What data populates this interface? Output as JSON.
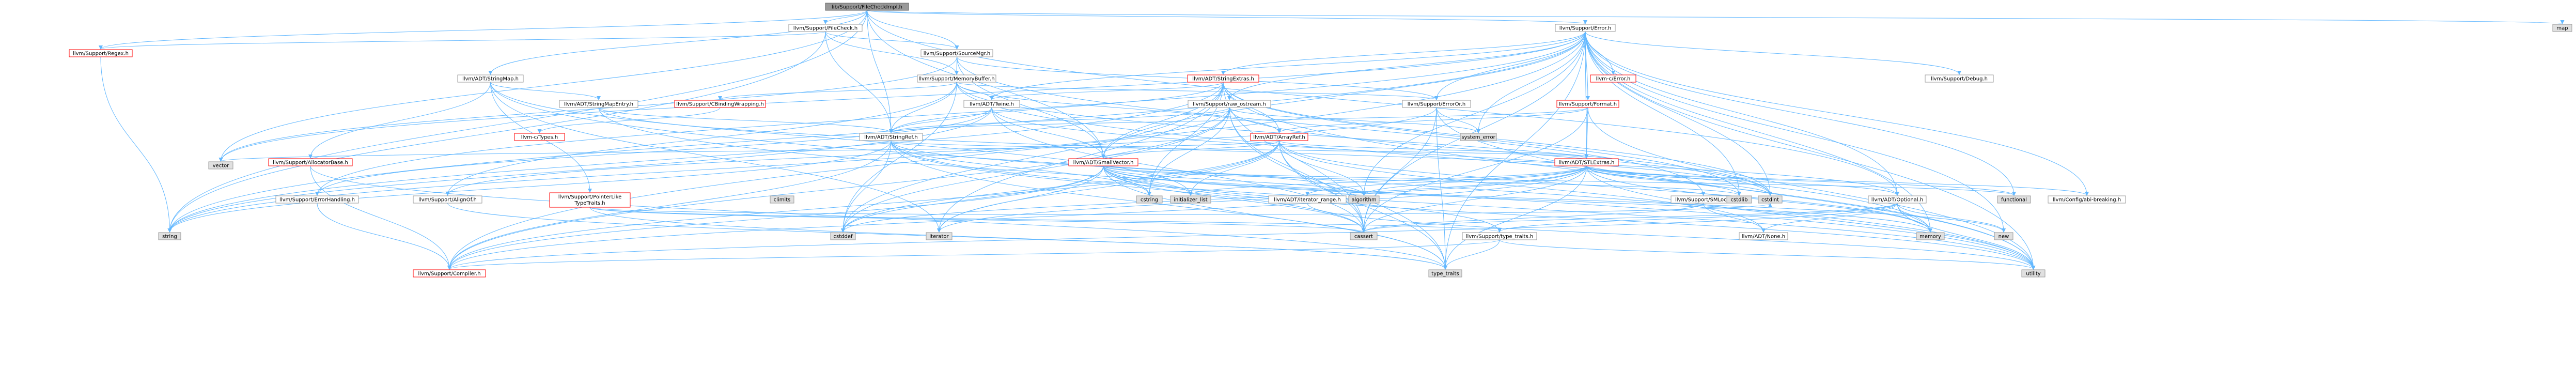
{
  "colors": {
    "edge": "#63b8ff",
    "node_fill": "#ffffff",
    "node_border": "#999999",
    "root_fill": "#999999",
    "root_border": "#666666",
    "red_border": "#ff0000",
    "system_fill": "#e0e0e0",
    "system_border": "#999999"
  },
  "nodes": [
    {
      "id": "root",
      "label": "lib/Support/FileCheckImpl.h",
      "kind": "root"
    },
    {
      "id": "filecheck",
      "label": "llvm/Support/FileCheck.h",
      "kind": "normal"
    },
    {
      "id": "regex",
      "label": "llvm/Support/Regex.h",
      "kind": "red"
    },
    {
      "id": "sourcemgr",
      "label": "llvm/Support/SourceMgr.h",
      "kind": "normal"
    },
    {
      "id": "error",
      "label": "llvm/Support/Error.h",
      "kind": "normal"
    },
    {
      "id": "map",
      "label": "map",
      "kind": "system"
    },
    {
      "id": "stringmap",
      "label": "llvm/ADT/StringMap.h",
      "kind": "normal"
    },
    {
      "id": "memorybuffer",
      "label": "llvm/Support/MemoryBuffer.h",
      "kind": "normal"
    },
    {
      "id": "stringextras",
      "label": "llvm/ADT/StringExtras.h",
      "kind": "red"
    },
    {
      "id": "errorc",
      "label": "llvm-c/Error.h",
      "kind": "red"
    },
    {
      "id": "debug",
      "label": "llvm/Support/Debug.h",
      "kind": "normal"
    },
    {
      "id": "stringmapentry",
      "label": "llvm/ADT/StringMapEntry.h",
      "kind": "normal"
    },
    {
      "id": "cbinding",
      "label": "llvm/Support/CBindingWrapping.h",
      "kind": "red"
    },
    {
      "id": "twine",
      "label": "llvm/ADT/Twine.h",
      "kind": "normal"
    },
    {
      "id": "rawostream",
      "label": "llvm/Support/raw_ostream.h",
      "kind": "normal"
    },
    {
      "id": "erroror",
      "label": "llvm/Support/ErrorOr.h",
      "kind": "normal"
    },
    {
      "id": "format",
      "label": "llvm/Support/Format.h",
      "kind": "red"
    },
    {
      "id": "ctypes",
      "label": "llvm-c/Types.h",
      "kind": "red"
    },
    {
      "id": "stringref",
      "label": "llvm/ADT/StringRef.h",
      "kind": "normal"
    },
    {
      "id": "arrayref",
      "label": "llvm/ADT/ArrayRef.h",
      "kind": "red"
    },
    {
      "id": "systemerror",
      "label": "system_error",
      "kind": "system"
    },
    {
      "id": "allocatorbase",
      "label": "llvm/Support/AllocatorBase.h",
      "kind": "red"
    },
    {
      "id": "vector",
      "label": "vector",
      "kind": "system"
    },
    {
      "id": "smallvector",
      "label": "llvm/ADT/SmallVector.h",
      "kind": "red"
    },
    {
      "id": "stlextras",
      "label": "llvm/ADT/STLExtras.h",
      "kind": "red"
    },
    {
      "id": "errorhandling",
      "label": "llvm/Support/ErrorHandling.h",
      "kind": "normal"
    },
    {
      "id": "alignof",
      "label": "llvm/Support/AlignOf.h",
      "kind": "normal"
    },
    {
      "id": "pointerlike",
      "label": "llvm/Support/PointerLikeTypeTraits.h",
      "kind": "red"
    },
    {
      "id": "climits",
      "label": "climits",
      "kind": "system"
    },
    {
      "id": "cstring",
      "label": "cstring",
      "kind": "system"
    },
    {
      "id": "initlist",
      "label": "initializer_list",
      "kind": "system"
    },
    {
      "id": "iterrange",
      "label": "llvm/ADT/iterator_range.h",
      "kind": "normal"
    },
    {
      "id": "algorithm",
      "label": "algorithm",
      "kind": "system"
    },
    {
      "id": "smloc",
      "label": "llvm/Support/SMLoc.h",
      "kind": "normal"
    },
    {
      "id": "cstdlib",
      "label": "cstdlib",
      "kind": "system"
    },
    {
      "id": "cstdint",
      "label": "cstdint",
      "kind": "system"
    },
    {
      "id": "optional",
      "label": "llvm/ADT/Optional.h",
      "kind": "normal"
    },
    {
      "id": "functional",
      "label": "functional",
      "kind": "system"
    },
    {
      "id": "configabi",
      "label": "llvm/Config/abi-breaking.h",
      "kind": "normal"
    },
    {
      "id": "string",
      "label": "string",
      "kind": "system"
    },
    {
      "id": "cstddef",
      "label": "cstddef",
      "kind": "system"
    },
    {
      "id": "iterator",
      "label": "iterator",
      "kind": "system"
    },
    {
      "id": "cassert",
      "label": "cassert",
      "kind": "system"
    },
    {
      "id": "typetraitsllvm",
      "label": "llvm/Support/type_traits.h",
      "kind": "normal"
    },
    {
      "id": "none",
      "label": "llvm/ADT/None.h",
      "kind": "normal"
    },
    {
      "id": "memory",
      "label": "memory",
      "kind": "system"
    },
    {
      "id": "new",
      "label": "new",
      "kind": "system"
    },
    {
      "id": "compiler",
      "label": "llvm/Support/Compiler.h",
      "kind": "red"
    },
    {
      "id": "typetraits",
      "label": "type_traits",
      "kind": "system"
    },
    {
      "id": "utility",
      "label": "utility",
      "kind": "system"
    }
  ],
  "edges": [
    [
      "root",
      "filecheck"
    ],
    [
      "root",
      "regex"
    ],
    [
      "root",
      "sourcemgr"
    ],
    [
      "root",
      "error"
    ],
    [
      "root",
      "map"
    ],
    [
      "root",
      "stringmap"
    ],
    [
      "root",
      "vector"
    ],
    [
      "root",
      "string"
    ],
    [
      "root",
      "stringref"
    ],
    [
      "root",
      "smallvector"
    ],
    [
      "root",
      "optional"
    ],
    [
      "filecheck",
      "regex"
    ],
    [
      "filecheck",
      "sourcemgr"
    ],
    [
      "filecheck",
      "stringref"
    ],
    [
      "filecheck",
      "memorybuffer"
    ],
    [
      "filecheck",
      "string"
    ],
    [
      "regex",
      "string"
    ],
    [
      "sourcemgr",
      "memorybuffer"
    ],
    [
      "sourcemgr",
      "smallvector"
    ],
    [
      "sourcemgr",
      "smloc"
    ],
    [
      "sourcemgr",
      "vector"
    ],
    [
      "sourcemgr",
      "erroror"
    ],
    [
      "error",
      "stringextras"
    ],
    [
      "error",
      "errorc"
    ],
    [
      "error",
      "debug"
    ],
    [
      "error",
      "erroror"
    ],
    [
      "error",
      "format"
    ],
    [
      "error",
      "twine"
    ],
    [
      "error",
      "rawostream"
    ],
    [
      "error",
      "stlextras"
    ],
    [
      "error",
      "smallvector"
    ],
    [
      "error",
      "configabi"
    ],
    [
      "error",
      "abi"
    ],
    [
      "error",
      "compiler"
    ],
    [
      "error",
      "errorhandling"
    ],
    [
      "error",
      "systemerror"
    ],
    [
      "error",
      "cstdlib"
    ],
    [
      "error",
      "cstdint"
    ],
    [
      "error",
      "functional"
    ],
    [
      "error",
      "memory"
    ],
    [
      "error",
      "new"
    ],
    [
      "error",
      "optional"
    ],
    [
      "error",
      "string"
    ],
    [
      "error",
      "utility"
    ],
    [
      "error",
      "vector"
    ],
    [
      "error",
      "cassert"
    ],
    [
      "error",
      "typetraits"
    ],
    [
      "error",
      "algorithm"
    ],
    [
      "stringmap",
      "stringmapentry"
    ],
    [
      "stringmap",
      "allocatorbase"
    ],
    [
      "stringmap",
      "pointerlike"
    ],
    [
      "stringmap",
      "iterator"
    ],
    [
      "stringmap",
      "initlist"
    ],
    [
      "stringmap",
      "utility"
    ],
    [
      "memorybuffer",
      "cbinding"
    ],
    [
      "memorybuffer",
      "twine"
    ],
    [
      "memorybuffer",
      "arrayref"
    ],
    [
      "memorybuffer",
      "stringref"
    ],
    [
      "memorybuffer",
      "erroror"
    ],
    [
      "memorybuffer",
      "alignof"
    ],
    [
      "memorybuffer",
      "memory"
    ],
    [
      "memorybuffer",
      "cstddef"
    ],
    [
      "memorybuffer",
      "cstdint"
    ],
    [
      "stringextras",
      "arrayref"
    ],
    [
      "stringextras",
      "smallvector"
    ],
    [
      "stringextras",
      "stringref"
    ],
    [
      "stringextras",
      "twine"
    ],
    [
      "stringextras",
      "iterator"
    ],
    [
      "stringextras",
      "cassert"
    ],
    [
      "stringextras",
      "cstddef"
    ],
    [
      "stringextras",
      "cstdint"
    ],
    [
      "stringextras",
      "cstdlib"
    ],
    [
      "stringextras",
      "cstring"
    ],
    [
      "stringextras",
      "string"
    ],
    [
      "stringextras",
      "utility"
    ],
    [
      "stringmapentry",
      "stringref"
    ],
    [
      "stringmapentry",
      "optional"
    ],
    [
      "stringmapentry",
      "utility"
    ],
    [
      "cbinding",
      "ctypes"
    ],
    [
      "twine",
      "smallvector"
    ],
    [
      "twine",
      "stringref"
    ],
    [
      "twine",
      "errorhandling"
    ],
    [
      "twine",
      "cassert"
    ],
    [
      "twine",
      "cstdint"
    ],
    [
      "twine",
      "string"
    ],
    [
      "rawostream",
      "stringref"
    ],
    [
      "rawostream",
      "compiler"
    ],
    [
      "rawostream",
      "cassert"
    ],
    [
      "rawostream",
      "cstddef"
    ],
    [
      "rawostream",
      "cstdint"
    ],
    [
      "rawostream",
      "cstring"
    ],
    [
      "rawostream",
      "string"
    ],
    [
      "rawostream",
      "systemerror"
    ],
    [
      "rawostream",
      "typetraits"
    ],
    [
      "erroror",
      "alignof"
    ],
    [
      "erroror",
      "cassert"
    ],
    [
      "erroror",
      "systemerror"
    ],
    [
      "erroror",
      "typetraits"
    ],
    [
      "erroror",
      "utility"
    ],
    [
      "format",
      "stringref"
    ],
    [
      "format",
      "arrayref"
    ],
    [
      "format",
      "stlextras"
    ],
    [
      "format",
      "cassert"
    ],
    [
      "format",
      "cstdio"
    ],
    [
      "format",
      "tuple"
    ],
    [
      "format",
      "utility"
    ],
    [
      "stringref",
      "stlextras"
    ],
    [
      "stringref",
      "compiler"
    ],
    [
      "stringref",
      "algorithm"
    ],
    [
      "stringref",
      "cassert"
    ],
    [
      "stringref",
      "cstddef"
    ],
    [
      "stringref",
      "cstring"
    ],
    [
      "stringref",
      "limits"
    ],
    [
      "stringref",
      "string"
    ],
    [
      "stringref",
      "typetraits"
    ],
    [
      "stringref",
      "utility"
    ],
    [
      "arrayref",
      "hashing"
    ],
    [
      "arrayref",
      "none"
    ],
    [
      "arrayref",
      "smallvector"
    ],
    [
      "arrayref",
      "stlextras"
    ],
    [
      "arrayref",
      "compiler"
    ],
    [
      "arrayref",
      "algorithm"
    ],
    [
      "arrayref",
      "array"
    ],
    [
      "arrayref",
      "cassert"
    ],
    [
      "arrayref",
      "cstddef"
    ],
    [
      "arrayref",
      "initlist"
    ],
    [
      "arrayref",
      "iterator"
    ],
    [
      "arrayref",
      "memory"
    ],
    [
      "arrayref",
      "typetraits"
    ],
    [
      "arrayref",
      "vector"
    ],
    [
      "allocatorbase",
      "compiler"
    ],
    [
      "allocatorbase",
      "memalloc"
    ],
    [
      "allocatorbase",
      "typetraits"
    ],
    [
      "smallvector",
      "compiler"
    ],
    [
      "smallvector",
      "typetraitsllvm"
    ],
    [
      "smallvector",
      "algorithm"
    ],
    [
      "smallvector",
      "cassert"
    ],
    [
      "smallvector",
      "cstddef"
    ],
    [
      "smallvector",
      "cstdlib"
    ],
    [
      "smallvector",
      "cstring"
    ],
    [
      "smallvector",
      "functional"
    ],
    [
      "smallvector",
      "initlist"
    ],
    [
      "smallvector",
      "iterator"
    ],
    [
      "smallvector",
      "limits"
    ],
    [
      "smallvector",
      "memory"
    ],
    [
      "smallvector",
      "new"
    ],
    [
      "smallvector",
      "typetraits"
    ],
    [
      "smallvector",
      "utility"
    ],
    [
      "stlextras",
      "optional"
    ],
    [
      "stlextras",
      "iterrange"
    ],
    [
      "stlextras",
      "compiler"
    ],
    [
      "stlextras",
      "configabi"
    ],
    [
      "stlextras",
      "algorithm"
    ],
    [
      "stlextras",
      "cassert"
    ],
    [
      "stlextras",
      "cstddef"
    ],
    [
      "stlextras",
      "cstdint"
    ],
    [
      "stlextras",
      "cstdlib"
    ],
    [
      "stlextras",
      "functional"
    ],
    [
      "stlextras",
      "initlist"
    ],
    [
      "stlextras",
      "iterator"
    ],
    [
      "stlextras",
      "limits"
    ],
    [
      "stlextras",
      "memory"
    ],
    [
      "stlextras",
      "tuple"
    ],
    [
      "stlextras",
      "typetraits"
    ],
    [
      "stlextras",
      "utility"
    ],
    [
      "errorhandling",
      "compiler"
    ],
    [
      "alignof",
      "typetraits"
    ],
    [
      "pointerlike",
      "typetraitsllvm"
    ],
    [
      "pointerlike",
      "cassert"
    ],
    [
      "pointerlike",
      "cstdint"
    ],
    [
      "pointerlike",
      "typetraits"
    ],
    [
      "iterrange",
      "utility"
    ],
    [
      "smloc",
      "none"
    ],
    [
      "smloc",
      "cassert"
    ],
    [
      "optional",
      "none"
    ],
    [
      "optional",
      "compiler"
    ],
    [
      "optional",
      "typetraitsllvm"
    ],
    [
      "optional",
      "cassert"
    ],
    [
      "optional",
      "memory"
    ],
    [
      "optional",
      "new"
    ],
    [
      "optional",
      "utility"
    ],
    [
      "typetraitsllvm",
      "compiler"
    ],
    [
      "typetraitsllvm",
      "typetraits"
    ],
    [
      "typetraitsllvm",
      "utility"
    ]
  ]
}
